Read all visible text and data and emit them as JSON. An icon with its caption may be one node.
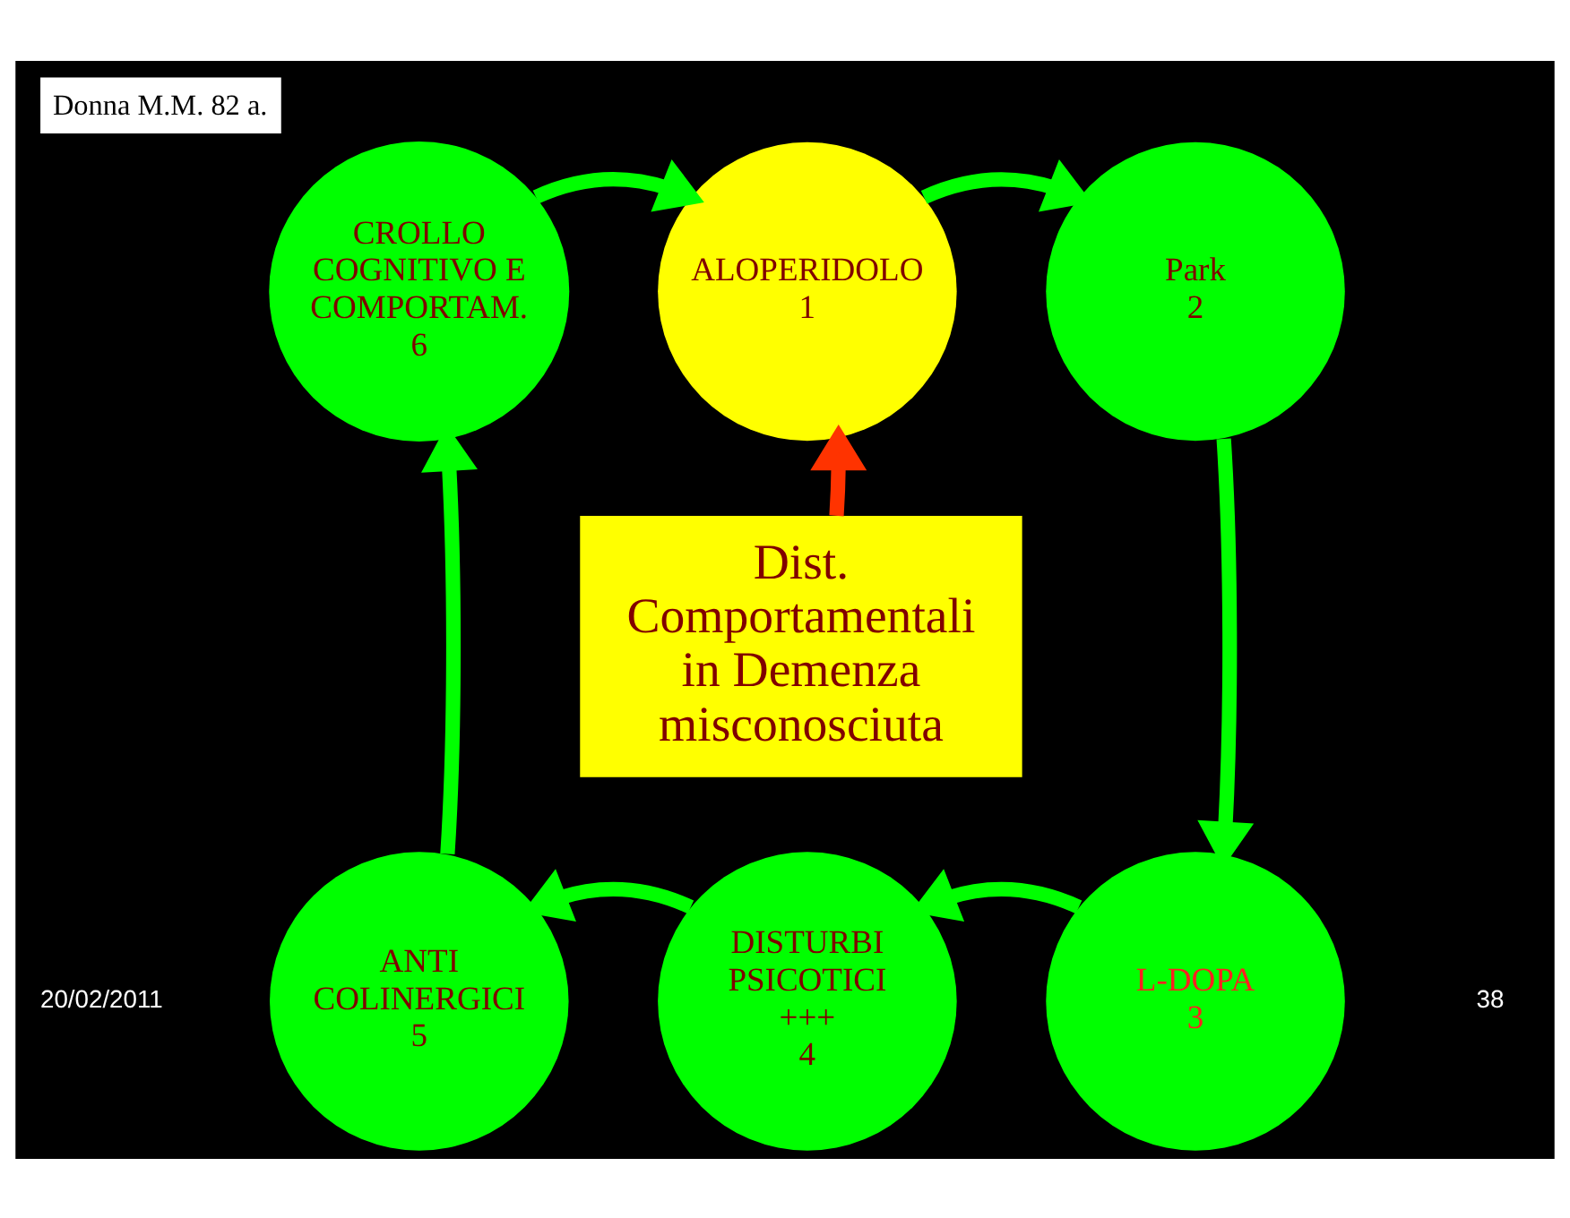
{
  "diagram": {
    "title": "Donna M.M. 82 a.",
    "nodes": [
      {
        "text": [
          "ALOPERIDOLO",
          "1"
        ]
      },
      {
        "text": [
          "Park",
          "2"
        ]
      },
      {
        "text": [
          "L-DOPA",
          "3"
        ]
      },
      {
        "text": [
          "DISTURBI PSICOTICI",
          "+++",
          "4"
        ]
      },
      {
        "text": [
          "ANTI COLINERGICI",
          "5"
        ]
      },
      {
        "text": [
          "CROLLO COGNITIVO E COMPORTAM.",
          "6"
        ]
      },
      {
        "text": [
          "Dist. Comportamentali in Demenza misconosciuta"
        ]
      }
    ],
    "edges": [
      {
        "from": 0,
        "to": 1,
        "arrow": "to"
      },
      {
        "from": 1,
        "to": 2,
        "arrow": "to"
      },
      {
        "from": 2,
        "to": 3,
        "arrow": "to"
      },
      {
        "from": 3,
        "to": 4,
        "arrow": "to"
      },
      {
        "from": 4,
        "to": 5,
        "arrow": "to"
      },
      {
        "from": 5,
        "to": 0,
        "arrow": "to"
      },
      {
        "from": 6,
        "to": 0,
        "arrow": "to",
        "color": "#ff3300"
      }
    ],
    "labels": [
      "20/02/2011",
      "38"
    ]
  }
}
